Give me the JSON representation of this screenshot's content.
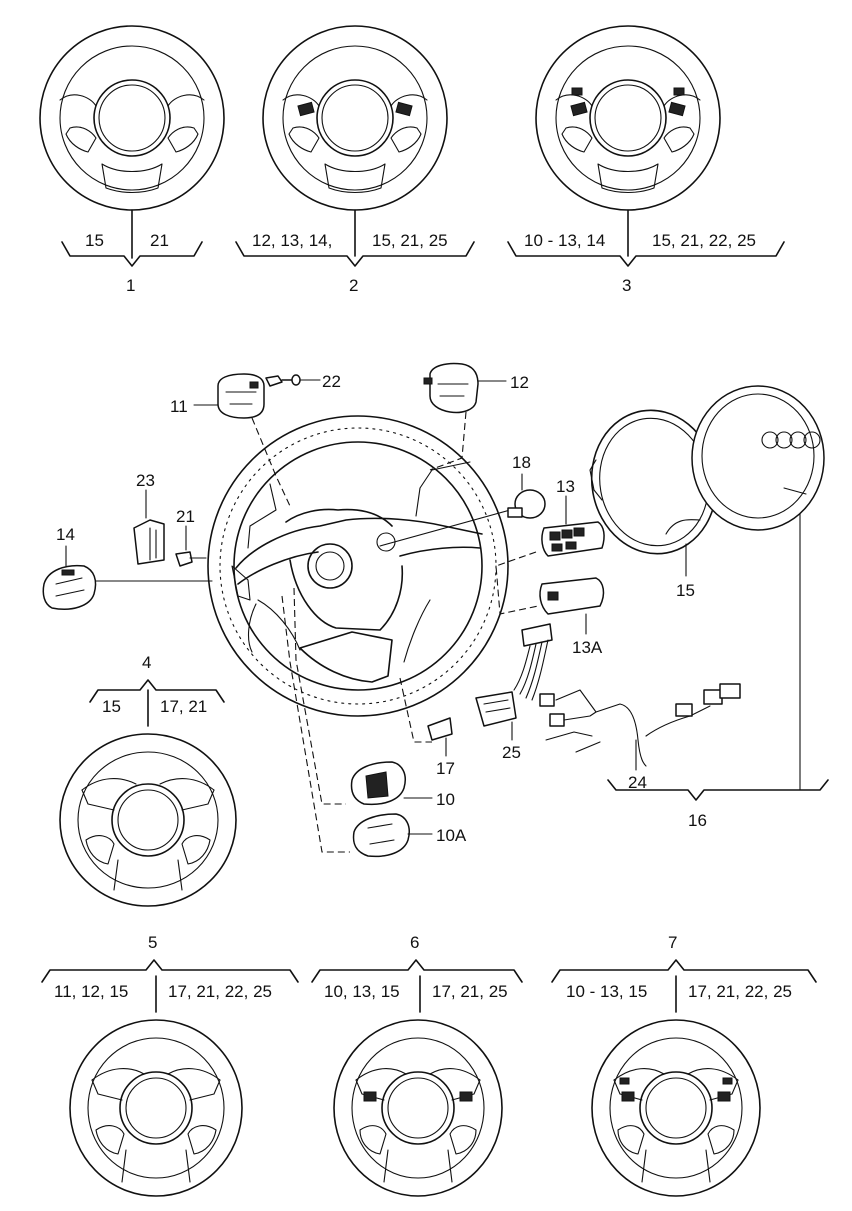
{
  "variants": [
    {
      "number": "1",
      "left": "15",
      "right": "21"
    },
    {
      "number": "2",
      "left": "12, 13, 14,",
      "right": "15, 21, 25"
    },
    {
      "number": "3",
      "left": "10 - 13, 14",
      "right": "15, 21, 22, 25"
    },
    {
      "number": "4",
      "left": "15",
      "right": "17, 21"
    },
    {
      "number": "5",
      "left": "11, 12, 15",
      "right": "17, 21, 22, 25"
    },
    {
      "number": "6",
      "left": "10, 13, 15",
      "right": "17, 21, 25"
    },
    {
      "number": "7",
      "left": "10 - 13, 15",
      "right": "17, 21, 22, 25"
    }
  ],
  "callouts": [
    "22",
    "12",
    "11",
    "18",
    "13",
    "23",
    "21",
    "14",
    "13A",
    "15",
    "25",
    "17",
    "24",
    "16",
    "10",
    "10A"
  ],
  "colors": {
    "ink": "#111111",
    "paper": "#ffffff"
  }
}
